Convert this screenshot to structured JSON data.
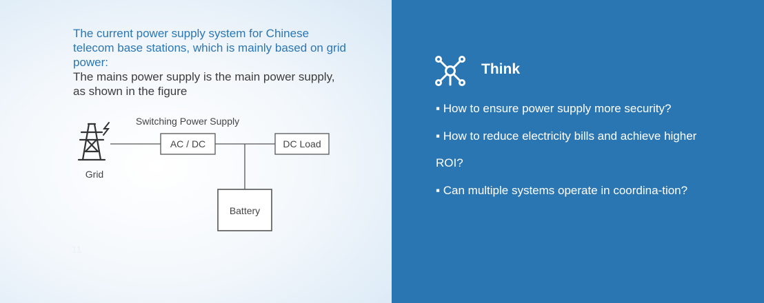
{
  "intro": {
    "highlight": "The current power supply system for Chinese telecom base stations, which is mainly based on grid power:",
    "body": "The mains power supply is the main power supply, as shown in the figure"
  },
  "diagram": {
    "switching_label": "Switching Power Supply",
    "acdc_label": "AC / DC",
    "dcload_label": "DC Load",
    "battery_label": "Battery",
    "grid_label": "Grid"
  },
  "page_number": "11",
  "think": {
    "title": "Think",
    "icon": "network-nodes-icon",
    "questions": [
      "▪ How to ensure power supply more security?",
      "▪ How to reduce electricity bills and achieve higher ROI?",
      "▪ Can multiple systems operate in coordina-tion?"
    ]
  },
  "colors": {
    "accent_blue": "#2a76b2",
    "text_dark": "#3c3c3c",
    "white": "#ffffff"
  }
}
